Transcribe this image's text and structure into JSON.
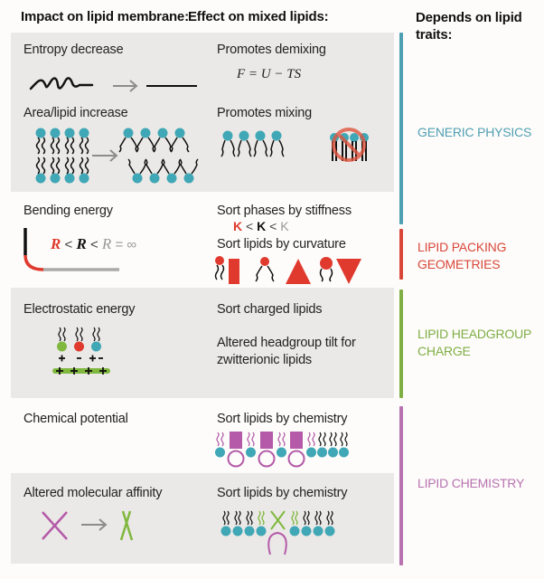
{
  "headers": {
    "impact": "Impact on lipid membrane:",
    "effect": "Effect on mixed lipids:",
    "depends_line1": "Depends on lipid",
    "depends_line2": "traits:"
  },
  "rows": [
    {
      "impact": "Entropy decrease",
      "effect": "Promotes demixing",
      "equation": "F = U − TS"
    },
    {
      "impact": "Area/lipid increase",
      "effect": "Promotes mixing"
    },
    {
      "impact": "Bending energy",
      "effect": "Sort phases by stiffness",
      "effect2": "Sort lipids by curvature",
      "radius_expr": {
        "r1": "R",
        "lt1": "<",
        "r2": "R",
        "lt2": "<",
        "r3": "R",
        "eq": "= ∞"
      },
      "kappa_expr": {
        "k1": "K",
        "lt1": "<",
        "k2": "K",
        "lt2": "<",
        "k3": "K"
      }
    },
    {
      "impact": "Electrostatic energy",
      "effect": "Sort charged lipids",
      "effect2_line1": "Altered headgroup tilt for",
      "effect2_line2": "zwitterionic lipids",
      "charges": {
        "lipid_charges": "+   -  +-",
        "surface_charges": "+ + + +"
      }
    },
    {
      "impact": "Chemical potential",
      "effect": "Sort lipids by chemistry"
    },
    {
      "impact": "Altered molecular affinity",
      "effect": "Sort lipids by chemistry"
    }
  ],
  "traits": [
    {
      "line1": "GENERIC PHYSICS",
      "line2": "",
      "color": "#4f9fb3"
    },
    {
      "line1": "LIPID PACKING",
      "line2": "GEOMETRIES",
      "color": "#d9473a"
    },
    {
      "line1": "LIPID HEADGROUP",
      "line2": "CHARGE",
      "color": "#7fae45"
    },
    {
      "line1": "LIPID CHEMISTRY",
      "line2": "",
      "color": "#b872b0"
    }
  ],
  "colors": {
    "teal": "#3fa7b5",
    "red": "#e03a2e",
    "green": "#80b83f",
    "purple": "#b45aa8",
    "panel_gray": "#ebe9e7",
    "arrow_gray": "#8c8c8c"
  }
}
